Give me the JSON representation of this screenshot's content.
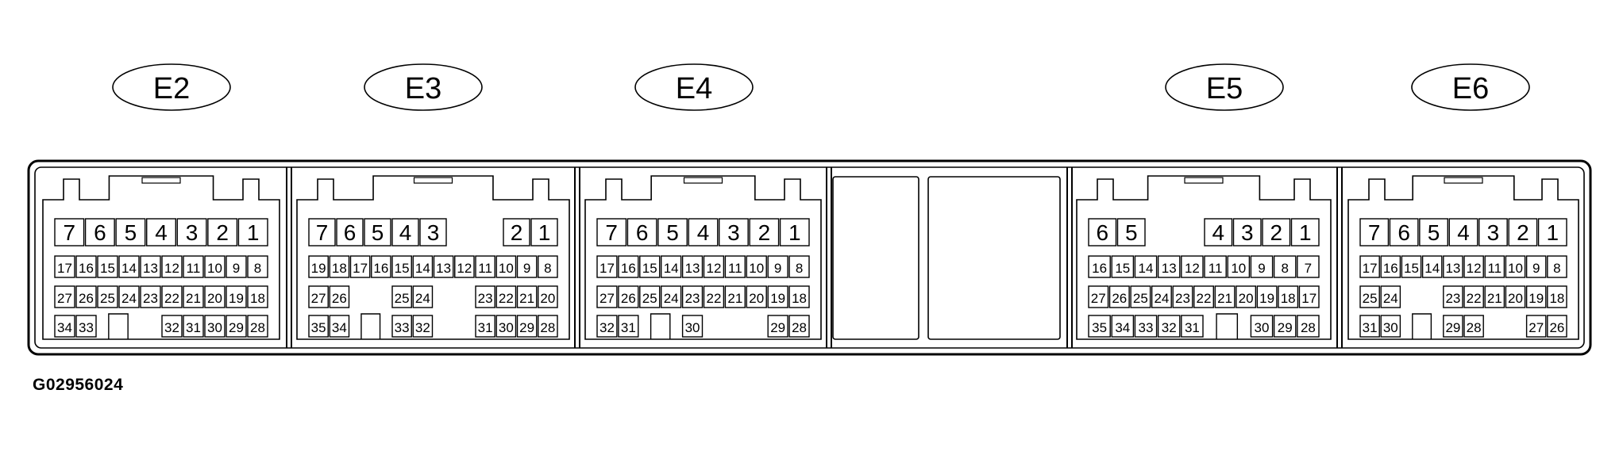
{
  "figure_code": "G02956024",
  "connectors": [
    {
      "label": "E2",
      "rows": [
        [
          "7",
          "6",
          "5",
          "4",
          "3",
          "2",
          "1"
        ],
        [
          "17",
          "16",
          "15",
          "14",
          "13",
          "12",
          "11",
          "10",
          "9",
          "8"
        ],
        [
          "27",
          "26",
          "25",
          "24",
          "23",
          "22",
          "21",
          "20",
          "19",
          "18"
        ],
        [
          "34",
          "33",
          "",
          "",
          "",
          "32",
          "31",
          "30",
          "29",
          "28"
        ]
      ]
    },
    {
      "label": "E3",
      "rows": [
        [
          "7",
          "6",
          "5",
          "4",
          "3",
          "",
          "",
          "2",
          "1"
        ],
        [
          "19",
          "18",
          "17",
          "16",
          "15",
          "14",
          "13",
          "12",
          "11",
          "10",
          "9",
          "8"
        ],
        [
          "27",
          "26",
          "",
          "",
          "25",
          "24",
          "",
          "",
          "23",
          "22",
          "21",
          "20"
        ],
        [
          "35",
          "34",
          "",
          "",
          "33",
          "32",
          "",
          "",
          "31",
          "30",
          "29",
          "28"
        ]
      ]
    },
    {
      "label": "E4",
      "rows": [
        [
          "7",
          "6",
          "5",
          "4",
          "3",
          "2",
          "1"
        ],
        [
          "17",
          "16",
          "15",
          "14",
          "13",
          "12",
          "11",
          "10",
          "9",
          "8"
        ],
        [
          "27",
          "26",
          "25",
          "24",
          "23",
          "22",
          "21",
          "20",
          "19",
          "18"
        ],
        [
          "32",
          "31",
          "",
          "",
          "30",
          "",
          "",
          "",
          "29",
          "28"
        ]
      ]
    },
    {
      "label": "E5",
      "rows": [
        [
          "6",
          "5",
          "",
          "",
          "4",
          "3",
          "2",
          "1"
        ],
        [
          "16",
          "15",
          "14",
          "13",
          "12",
          "11",
          "10",
          "9",
          "8",
          "7"
        ],
        [
          "27",
          "26",
          "25",
          "24",
          "23",
          "22",
          "21",
          "20",
          "19",
          "18",
          "17"
        ],
        [
          "35",
          "34",
          "33",
          "32",
          "31",
          "",
          "",
          "30",
          "29",
          "28"
        ]
      ]
    },
    {
      "label": "E6",
      "rows": [
        [
          "7",
          "6",
          "5",
          "4",
          "3",
          "2",
          "1"
        ],
        [
          "17",
          "16",
          "15",
          "14",
          "13",
          "12",
          "11",
          "10",
          "9",
          "8"
        ],
        [
          "25",
          "24",
          "",
          "",
          "23",
          "22",
          "21",
          "20",
          "19",
          "18"
        ],
        [
          "31",
          "30",
          "",
          "",
          "29",
          "28",
          "",
          "",
          "27",
          "26"
        ]
      ]
    }
  ]
}
